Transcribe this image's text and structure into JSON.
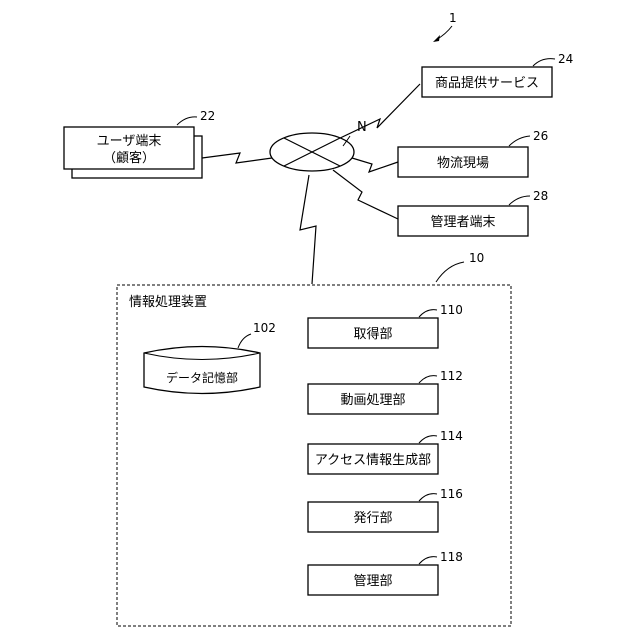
{
  "figure_number": "1",
  "network": {
    "label": "N"
  },
  "nodes": {
    "user_terminal": {
      "line1": "ユーザ端末",
      "line2": "（顧客）",
      "ref": "22"
    },
    "product_service": {
      "label": "商品提供サービス",
      "ref": "24"
    },
    "logistics_site": {
      "label": "物流現場",
      "ref": "26"
    },
    "admin_terminal": {
      "label": "管理者端末",
      "ref": "28"
    }
  },
  "info_device": {
    "title": "情報処理装置",
    "ref": "10",
    "storage": {
      "label": "データ記憶部",
      "ref": "102"
    },
    "units": [
      {
        "label": "取得部",
        "ref": "110"
      },
      {
        "label": "動画処理部",
        "ref": "112"
      },
      {
        "label": "アクセス情報生成部",
        "ref": "114"
      },
      {
        "label": "発行部",
        "ref": "116"
      },
      {
        "label": "管理部",
        "ref": "118"
      }
    ]
  }
}
